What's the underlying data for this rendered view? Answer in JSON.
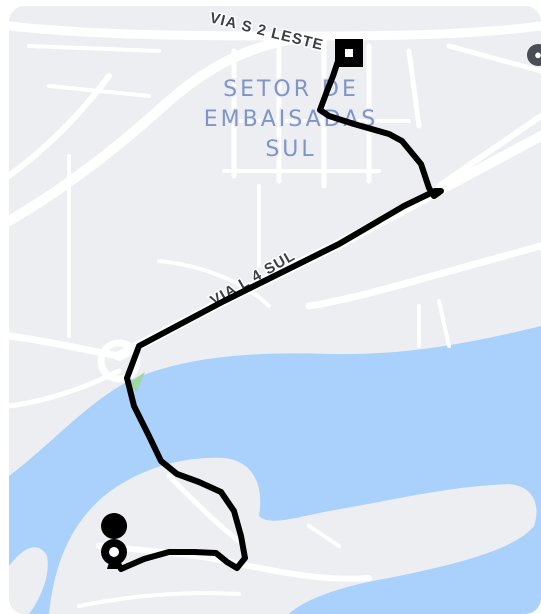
{
  "map": {
    "labels": {
      "road_top": "VIA S 2 LESTE",
      "district_line1": "SETOR DE",
      "district_line2": "EMBAISADAS",
      "district_line3": "SUL",
      "road_diagonal": "VIA L 4 SUL"
    },
    "colors": {
      "land": "#eceef2",
      "water": "#a9d1fb",
      "road": "#ffffff",
      "route": "#000000",
      "district_text": "#7f95c8",
      "park": "#9ed6a8"
    },
    "markers": {
      "origin_icon": "square-stop-icon",
      "destination_icon": "location-pin-icon"
    }
  }
}
